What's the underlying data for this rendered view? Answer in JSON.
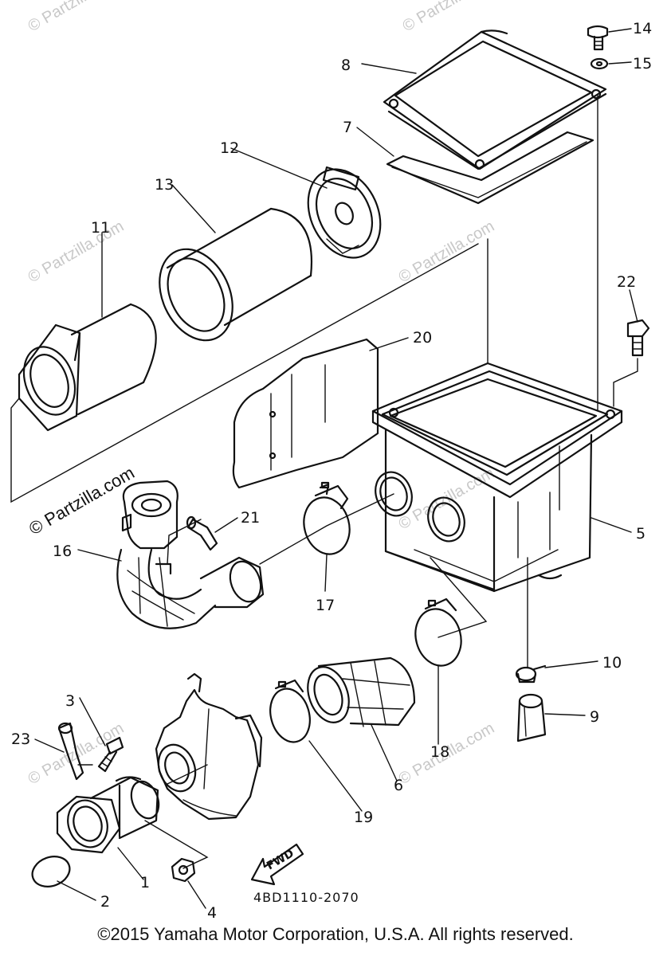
{
  "diagram": {
    "code": "4BD1110-2070",
    "fwd_label": "FWD",
    "copyright": "©2015 Yamaha Motor Corporation, U.S.A. All rights reserved."
  },
  "watermarks": {
    "main": "© Partzilla.com",
    "faint": "© Partzilla.com"
  },
  "callouts": {
    "p1": "1",
    "p2": "2",
    "p3": "3",
    "p4": "4",
    "p5": "5",
    "p6": "6",
    "p7": "7",
    "p8": "8",
    "p9": "9",
    "p10": "10",
    "p11": "11",
    "p12": "12",
    "p13": "13",
    "p14": "14",
    "p15": "15",
    "p16": "16",
    "p17": "17",
    "p18": "18",
    "p19": "19",
    "p20": "20",
    "p21": "21",
    "p22": "22",
    "p23": "23"
  }
}
